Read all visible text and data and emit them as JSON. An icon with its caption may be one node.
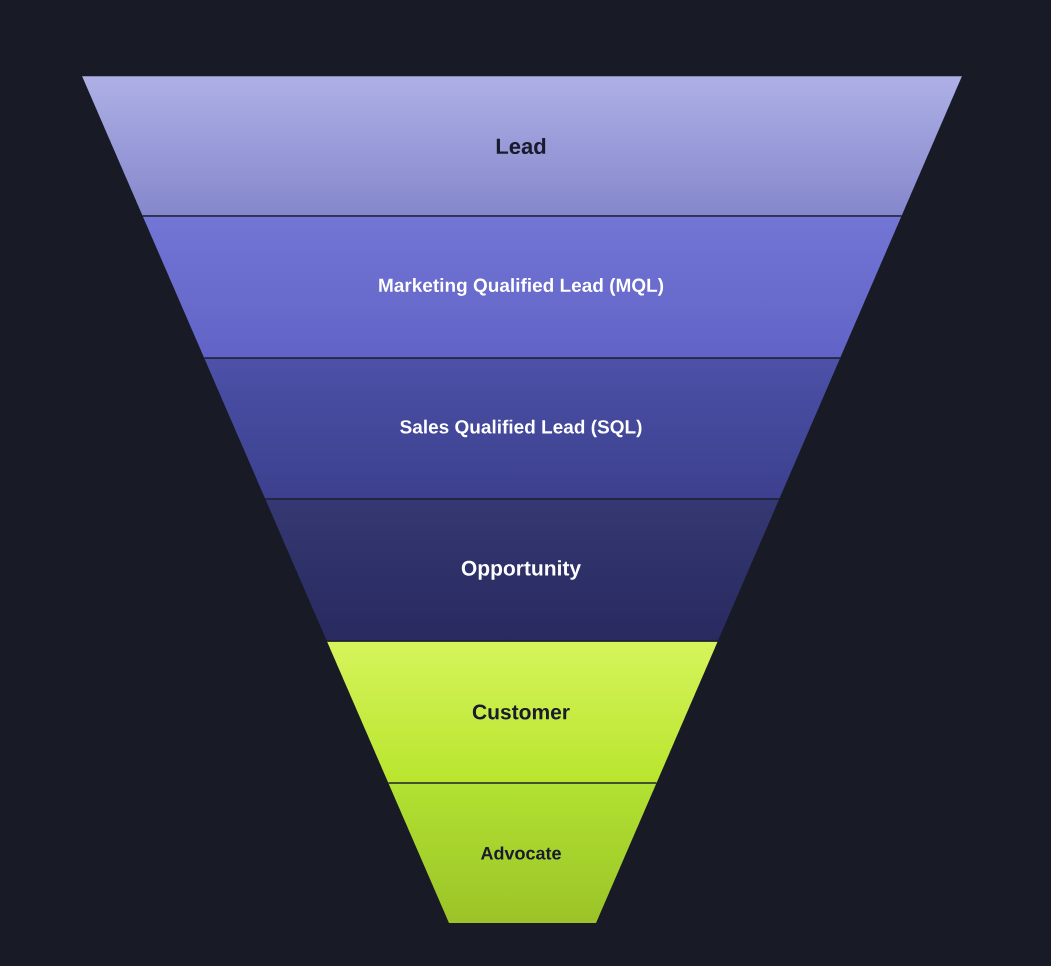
{
  "diagram": {
    "nodes": [
      {
        "text": [
          "Lead"
        ]
      },
      {
        "text": [
          "Marketing Qualified Lead (MQL)"
        ]
      },
      {
        "text": [
          "Sales Qualified Lead (SQL)"
        ]
      },
      {
        "text": [
          "Opportunity"
        ]
      },
      {
        "text": [
          "Customer"
        ]
      },
      {
        "text": [
          "Advocate"
        ]
      }
    ]
  }
}
